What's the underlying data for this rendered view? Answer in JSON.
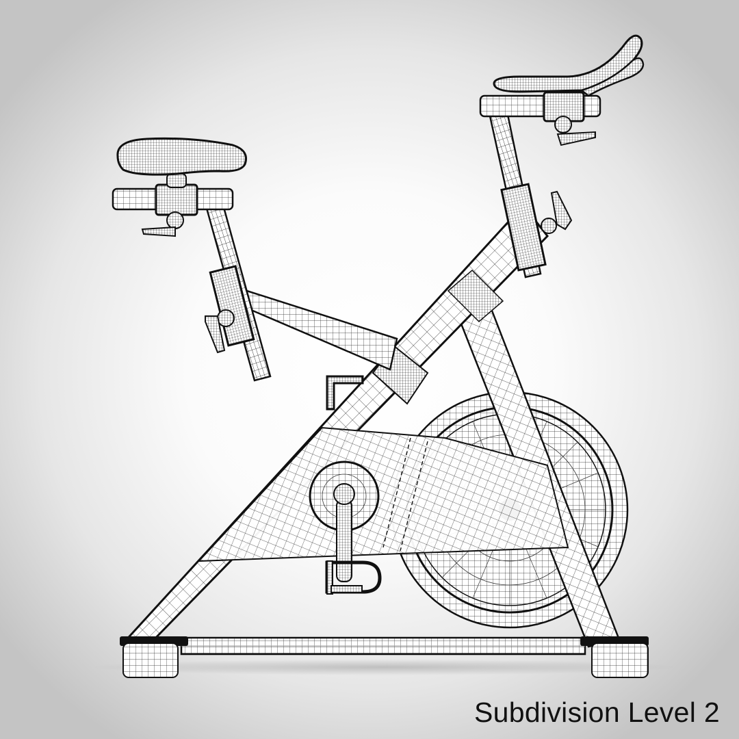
{
  "render": {
    "subject": "Indoor cycling bike wireframe",
    "caption": "Subdivision Level 2",
    "colors": {
      "wire": "#111111",
      "fill": "#ffffff",
      "shade": "#d9d9d9",
      "background_center": "#ffffff",
      "background_edge": "#c4c4c4"
    }
  },
  "parts": [
    {
      "name": "saddle"
    },
    {
      "name": "seat-post"
    },
    {
      "name": "handlebar"
    },
    {
      "name": "handlebar-stem"
    },
    {
      "name": "main-frame"
    },
    {
      "name": "flywheel"
    },
    {
      "name": "crank-pedal"
    },
    {
      "name": "base-rail"
    },
    {
      "name": "front-foot"
    },
    {
      "name": "rear-foot"
    }
  ]
}
